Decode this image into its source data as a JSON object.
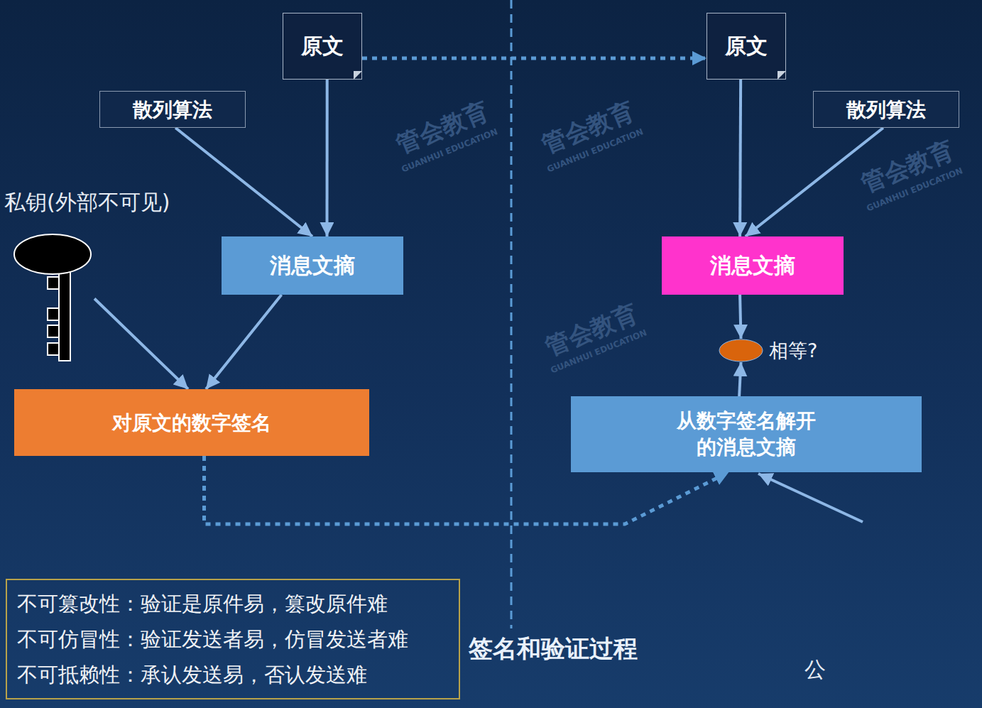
{
  "diagram": {
    "caption": "签名和验证过程",
    "nodes": [
      {
        "text": [
          "原文"
        ]
      },
      {
        "text": [
          "散列算法"
        ]
      },
      {
        "text": [
          "私钥(外部不可见)"
        ]
      },
      {
        "text": [
          "消息文摘"
        ]
      },
      {
        "text": [
          "对原文的数字签名"
        ]
      },
      {
        "text": [
          "原文"
        ]
      },
      {
        "text": [
          "散列算法"
        ]
      },
      {
        "text": [
          "消息文摘"
        ]
      },
      {
        "text": [
          "相等?"
        ]
      },
      {
        "text": [
          "从数字签名解开 的消息文摘"
        ]
      },
      {
        "text": [
          "不可篡改性：验证是原件易，篡改原件难",
          "不可仿冒性：验证发送者易，仿冒发送者难",
          "不可抵赖性：承认发送易，否认发送难"
        ]
      }
    ],
    "edges": [
      {
        "from": 0,
        "to": 5,
        "arrow": "to"
      },
      {
        "from": 1,
        "to": 3,
        "arrow": "to"
      },
      {
        "from": 0,
        "to": 3,
        "arrow": "to"
      },
      {
        "from": 2,
        "to": 4,
        "arrow": "to"
      },
      {
        "from": 3,
        "to": 4,
        "arrow": "to"
      },
      {
        "from": 4,
        "to": 9,
        "arrow": "to"
      },
      {
        "from": 5,
        "to": 7,
        "arrow": "to"
      },
      {
        "from": 6,
        "to": 7,
        "arrow": "to"
      },
      {
        "from": 7,
        "to": 8,
        "arrow": "to"
      },
      {
        "from": 9,
        "to": 8,
        "arrow": "to"
      }
    ],
    "labels": [
      "管会教育",
      "GUANHUI EDUCATION",
      "管会教育",
      "GUANHUI EDUCATION",
      "管会教育",
      "GUANHUI EDUCATION",
      "管会教育",
      "GUANHUI EDUCATION",
      "公"
    ]
  }
}
